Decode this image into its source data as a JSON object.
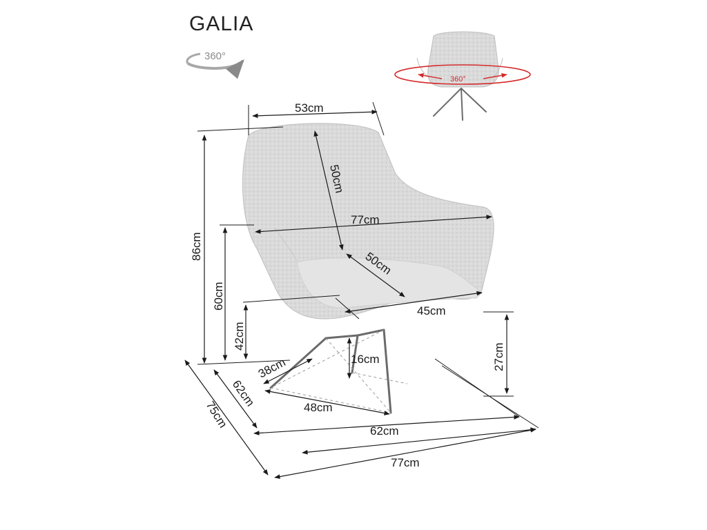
{
  "product": {
    "name": "GALIA",
    "rotation_badge_label": "360°",
    "preview_rotation_label": "360°"
  },
  "dimensions": {
    "backrest_top_width": "53cm",
    "backrest_height": "50cm",
    "overall_width": "77cm",
    "seat_depth": "50cm",
    "seat_width": "45cm",
    "total_height": "86cm",
    "armrest_height": "60cm",
    "seat_height": "42cm",
    "base_height": "27cm",
    "leg_clearance": "16cm",
    "base_side": "38cm",
    "base_diagonal": "48cm",
    "base_depth": "62cm",
    "base_width": "62cm",
    "overall_depth": "75cm",
    "overall_width_bottom": "77cm"
  },
  "colors": {
    "upholstery": "#d9d9d9",
    "line": "#1a1a1a",
    "legs": "#6a6a6a",
    "rotation_arrow": "#d42a2a"
  },
  "icons": [
    "rotation-360-icon",
    "dimension-arrow-icon"
  ]
}
